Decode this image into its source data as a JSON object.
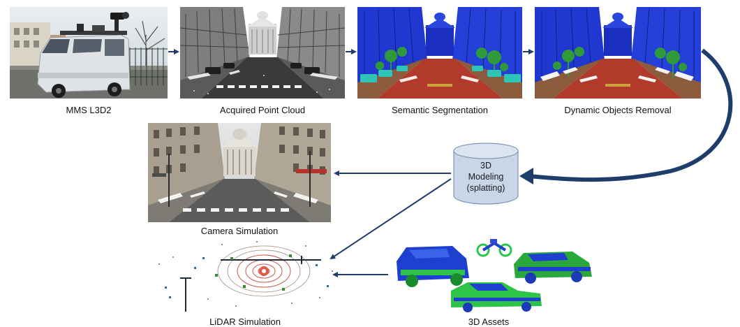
{
  "pipeline": {
    "stages": [
      {
        "id": "mms",
        "caption": "MMS L3D2"
      },
      {
        "id": "acquired",
        "caption": "Acquired Point Cloud"
      },
      {
        "id": "semantic",
        "caption": "Semantic Segmentation"
      },
      {
        "id": "dynamic",
        "caption": "Dynamic Objects Removal"
      }
    ],
    "modeling": {
      "lines": [
        "3D",
        "Modeling",
        "(splatting)"
      ]
    },
    "outputs": {
      "camera": "Camera Simulation",
      "lidar": "LiDAR Simulation",
      "assets": "3D Assets"
    }
  },
  "colors": {
    "arrow": "#1f3d6b",
    "cylinder_fill": "#c8d6e8",
    "cylinder_stroke": "#7f98b8",
    "semantic_building": "#1f3bd6",
    "semantic_road": "#b23a2a",
    "semantic_vegetation": "#2f9a3a",
    "semantic_car": "#2ec4b6"
  }
}
